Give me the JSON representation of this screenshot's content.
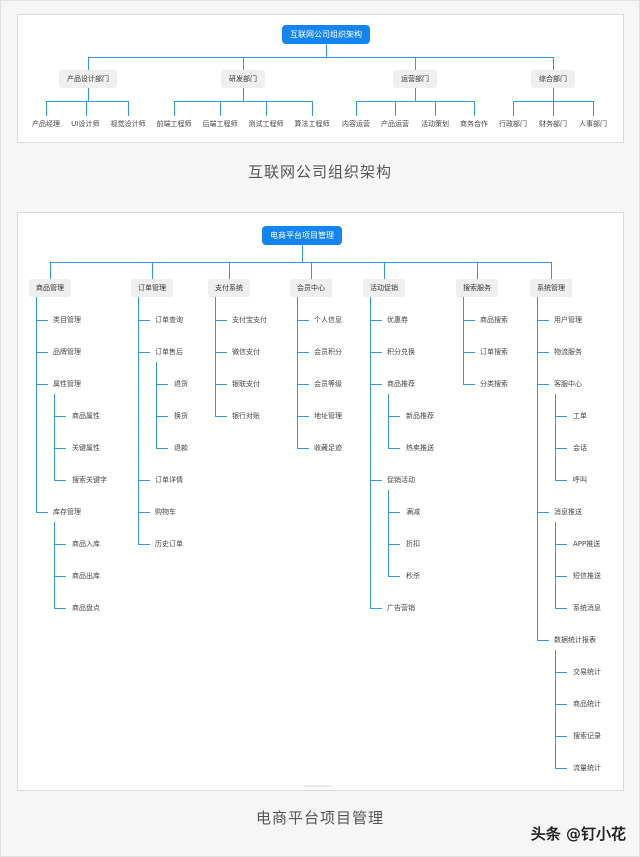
{
  "chart1": {
    "caption": "互联网公司组织架构",
    "root": "互联网公司组织架构",
    "departments": [
      {
        "label": "产品设计部门",
        "children": [
          "产品经理",
          "UI设计师",
          "视觉设计师"
        ]
      },
      {
        "label": "研发部门",
        "children": [
          "前端工程师",
          "后端工程师",
          "测试工程师",
          "算法工程师"
        ]
      },
      {
        "label": "运营部门",
        "children": [
          "内容运营",
          "产品运营",
          "活动策划",
          "商务合作"
        ]
      },
      {
        "label": "综合部门",
        "children": [
          "行政部门",
          "财务部门",
          "人事部门"
        ]
      }
    ]
  },
  "chart2": {
    "caption": "电商平台项目管理",
    "root": "电商平台项目管理",
    "categories": [
      {
        "label": "商品管理",
        "items": [
          {
            "label": "类目管理"
          },
          {
            "label": "品牌管理"
          },
          {
            "label": "属性管理",
            "children": [
              "商品属性",
              "关键属性",
              "搜索关键字"
            ]
          },
          {
            "label": "库存管理",
            "children": [
              "商品入库",
              "商品出库",
              "商品盘点"
            ]
          }
        ]
      },
      {
        "label": "订单管理",
        "items": [
          {
            "label": "订单查询"
          },
          {
            "label": "订单售后",
            "children": [
              "退货",
              "换货",
              "退款"
            ]
          },
          {
            "label": "订单详情"
          },
          {
            "label": "购物车"
          },
          {
            "label": "历史订单"
          }
        ]
      },
      {
        "label": "支付系统",
        "items": [
          {
            "label": "支付宝支付"
          },
          {
            "label": "微信支付"
          },
          {
            "label": "银联支付"
          },
          {
            "label": "银行对账"
          }
        ]
      },
      {
        "label": "会员中心",
        "items": [
          {
            "label": "个人信息"
          },
          {
            "label": "会员积分"
          },
          {
            "label": "会员等级"
          },
          {
            "label": "地址管理"
          },
          {
            "label": "收藏足迹"
          }
        ]
      },
      {
        "label": "活动促销",
        "items": [
          {
            "label": "优惠券"
          },
          {
            "label": "积分兑换"
          },
          {
            "label": "商品推荐",
            "children": [
              "新品推荐",
              "热卖推送"
            ]
          },
          {
            "label": "促销活动",
            "children": [
              "满减",
              "折扣",
              "秒杀"
            ]
          },
          {
            "label": "广告营销"
          }
        ]
      },
      {
        "label": "搜索服务",
        "items": [
          {
            "label": "商品搜索"
          },
          {
            "label": "订单搜索"
          },
          {
            "label": "分类搜索"
          }
        ]
      },
      {
        "label": "系统管理",
        "items": [
          {
            "label": "用户管理"
          },
          {
            "label": "物流服务"
          },
          {
            "label": "客服中心",
            "children": [
              "工单",
              "会话",
              "呼叫"
            ]
          },
          {
            "label": "消息推送",
            "children": [
              "APP推送",
              "短信推送",
              "系统消息"
            ]
          },
          {
            "label": "数据统计报表",
            "children": [
              "交易统计",
              "商品统计",
              "搜索记录",
              "流量统计"
            ]
          }
        ]
      }
    ]
  },
  "watermark": "头条 @钉小花",
  "colors": {
    "root_bg": "#1485f0",
    "connector": "#3b96e0",
    "dept_bg": "#efefef",
    "page_bg": "#f6f6f6",
    "panel_bg": "#ffffff"
  }
}
